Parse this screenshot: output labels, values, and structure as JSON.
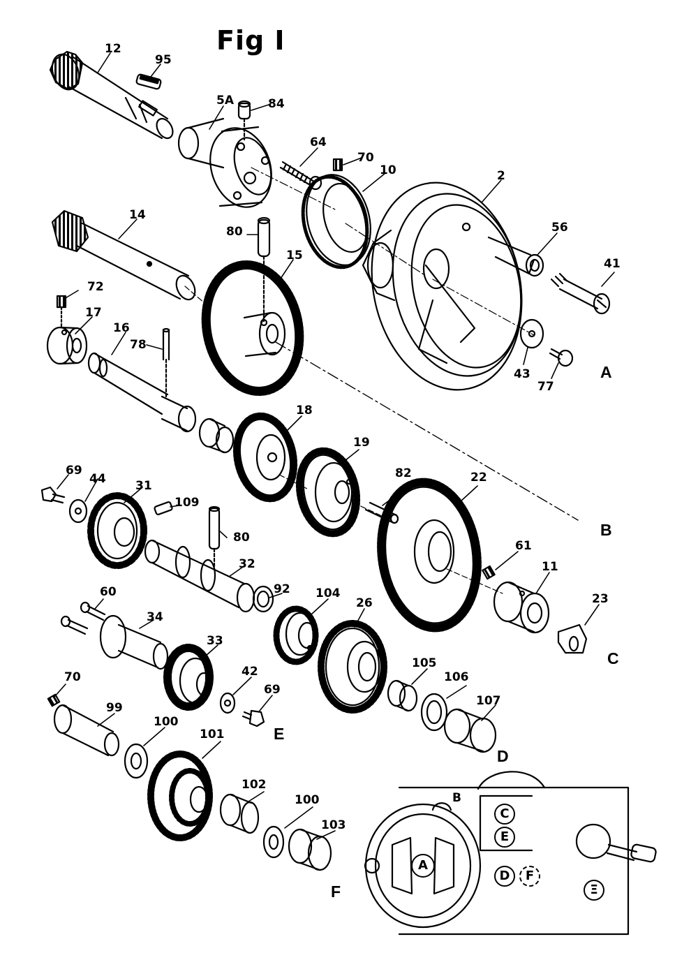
{
  "title": "Fig I",
  "part_labels": {
    "p12": "12",
    "p95": "95",
    "p5a": "5A",
    "p84": "84",
    "p64": "64",
    "p70a": "70",
    "p10": "10",
    "p2": "2",
    "p14": "14",
    "p80a": "80",
    "p15": "15",
    "p56": "56",
    "p41": "41",
    "p72": "72",
    "p17": "17",
    "p16": "16",
    "p78": "78",
    "p43": "43",
    "p77": "77",
    "p18": "18",
    "p19": "19",
    "p82": "82",
    "p22": "22",
    "p69a": "69",
    "p44": "44",
    "p31": "31",
    "p109": "109",
    "p80b": "80",
    "p32": "32",
    "p61": "61",
    "p11": "11",
    "p23": "23",
    "p92": "92",
    "p104": "104",
    "p26": "26",
    "p60": "60",
    "p34": "34",
    "p33": "33",
    "p42": "42",
    "p69b": "69",
    "p105": "105",
    "p106": "106",
    "p107": "107",
    "p70b": "70",
    "p99": "99",
    "p100a": "100",
    "p101": "101",
    "p102": "102",
    "p100b": "100",
    "p103": "103"
  },
  "section_labels": {
    "a": "A",
    "b": "B",
    "c": "C",
    "d": "D",
    "e": "E",
    "f": "F"
  },
  "inset": {
    "a": "A",
    "b": "B",
    "c": "C",
    "e": "E",
    "d": "D",
    "f": "F",
    "lever": "Ξ"
  }
}
